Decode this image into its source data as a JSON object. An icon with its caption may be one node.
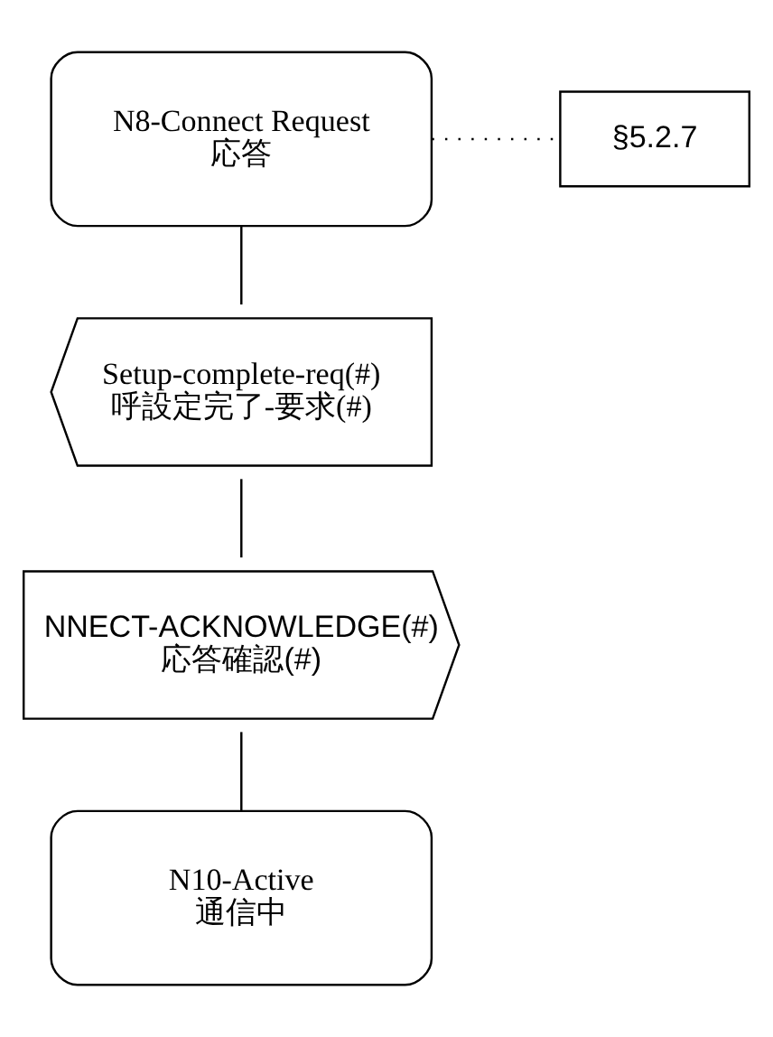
{
  "diagram": {
    "nodes": [
      {
        "text": [
          "N8-Connect Request",
          "応答"
        ]
      },
      {
        "text": [
          "§5.2.7"
        ]
      },
      {
        "text": [
          "Setup-complete-req(#)",
          "呼設定完了-要求(#)"
        ]
      },
      {
        "text": [
          "NNECT-ACKNOWLEDGE(#)",
          "応答確認(#)"
        ]
      },
      {
        "text": [
          "N10-Active",
          "通信中"
        ]
      }
    ],
    "edges": [
      {
        "from": 0,
        "to": 1,
        "arrow": "none",
        "style": "dashed"
      },
      {
        "from": 0,
        "to": 2,
        "arrow": "none"
      },
      {
        "from": 2,
        "to": 3,
        "arrow": "none"
      },
      {
        "from": 3,
        "to": 4,
        "arrow": "none"
      }
    ]
  }
}
